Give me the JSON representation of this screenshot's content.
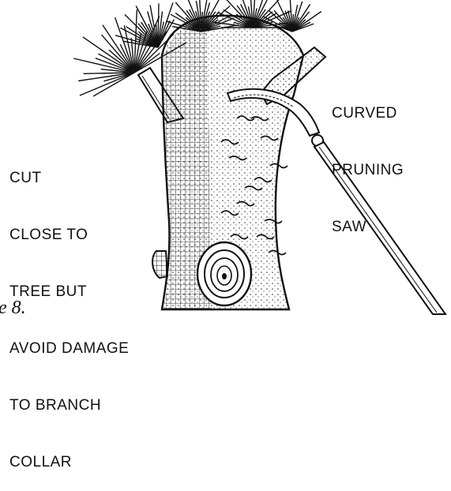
{
  "saw_label": {
    "lines": [
      "CURVED",
      "PRUNING",
      "SAW"
    ]
  },
  "cut_label": {
    "lines": [
      "CUT",
      "CLOSE TO",
      "TREE BUT",
      "AVOID DAMAGE",
      "TO BRANCH",
      "COLLAR"
    ]
  },
  "caption": "e 8."
}
